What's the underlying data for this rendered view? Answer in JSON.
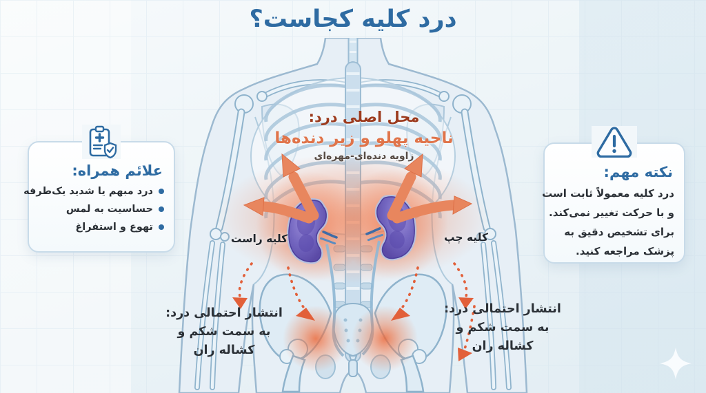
{
  "title": "درد کلیه کجاست؟",
  "main_location": {
    "heading": "محل اصلی درد:",
    "area": "ناحیه پهلو و زیر دنده‌ها",
    "sub": "زاویه دنده‌ای-مهره‌ای"
  },
  "kidneys": {
    "right_label": "کلیه راست",
    "left_label": "کلیه چپ"
  },
  "symptoms": {
    "icon": "clipboard-medical-shield-icon",
    "title": "علائم همراه:",
    "items": [
      "درد مبهم یا شدید یک‌طرفه",
      "حساسیت به لمس",
      "تهوع و استفراغ"
    ]
  },
  "note": {
    "icon": "warning-triangle-icon",
    "title": "نکته مهم:",
    "lines": [
      "درد کلیه معمولاً ثابت است",
      "و با حرکت تغییر نمی‌کند.",
      "برای تشخیص دقیق به",
      "پزشک مراجعه کنید."
    ]
  },
  "radiation": {
    "heading": "انتشار احتمالی درد:",
    "line2": "به سمت شکم و",
    "line3": "کشاله ران"
  },
  "colors": {
    "accent_blue": "#2e6ba2",
    "heading_rust": "#9c3a1d",
    "highlight_orange": "#e0744a",
    "arrow_orange": "#e8865e",
    "dotted_orange": "#e2603a",
    "glow_orange": "#f07a4c",
    "kidney_purple": "#7265bf",
    "bone_blue": "#8fb3cc",
    "card_border": "#c8dbe9",
    "background": "#eef5f8"
  }
}
